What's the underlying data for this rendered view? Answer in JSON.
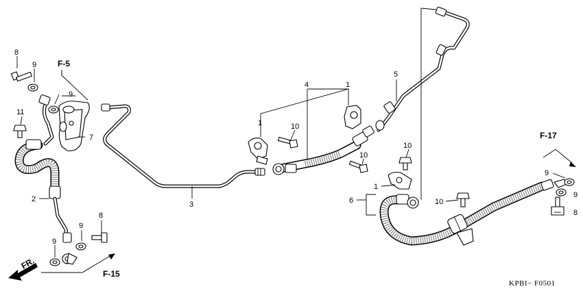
{
  "callouts": {
    "c1a": "1",
    "c1b": "1",
    "c1c": "1",
    "c2": "2",
    "c3": "3",
    "c4": "4",
    "c5": "5",
    "c6": "6",
    "c7": "7",
    "c8a": "8",
    "c8b": "8",
    "c8c": "8",
    "c9a": "9",
    "c9b": "9",
    "c9c": "9",
    "c9d": "9",
    "c9e": "9",
    "c9f": "9",
    "c10a": "10",
    "c10b": "10",
    "c10c": "10",
    "c10d": "10",
    "c11": "11"
  },
  "references": {
    "f5": "F-5",
    "f15": "F-15",
    "f17": "F-17",
    "front_arrow": "FR."
  },
  "diagram_code": "KPBI− F0501"
}
